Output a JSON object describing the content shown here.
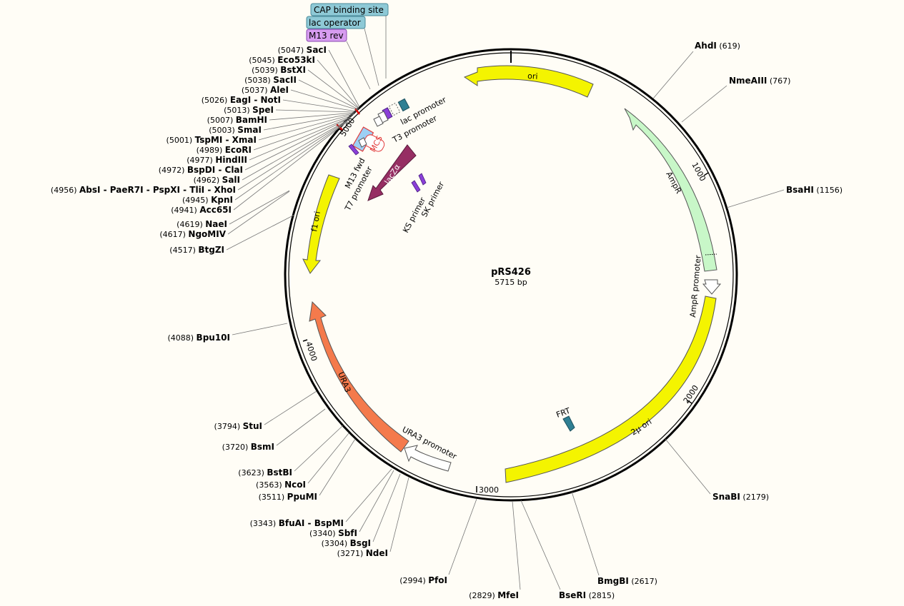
{
  "plasmid": {
    "name": "pRS426",
    "length": "5715 bp"
  },
  "tags": [
    {
      "id": "cap",
      "label": "CAP binding site",
      "color": "#8ec9d6"
    },
    {
      "id": "lacop",
      "label": "lac operator",
      "color": "#8ec9d6"
    },
    {
      "id": "m13rev",
      "label": "M13 rev",
      "color": "#d79cf0"
    }
  ],
  "ticks": [
    {
      "label": "1000"
    },
    {
      "label": "2000"
    },
    {
      "label": "3000"
    },
    {
      "label": "4000"
    },
    {
      "label": "5000"
    }
  ],
  "features": [
    {
      "id": "ori",
      "label": "ori",
      "color": "#f4f400"
    },
    {
      "id": "ampr",
      "label": "AmpR",
      "color": "#c8f7c8"
    },
    {
      "id": "ampr-promoter",
      "label": "AmpR promoter",
      "color": "#ffffff"
    },
    {
      "id": "2u-ori",
      "label": "2μ ori",
      "color": "#f4f400"
    },
    {
      "id": "frt",
      "label": "FRT",
      "color": "#2f7f93"
    },
    {
      "id": "ura3-promoter",
      "label": "URA3 promoter",
      "color": "#ffffff"
    },
    {
      "id": "ura3",
      "label": "URA3",
      "color": "#f47a4c"
    },
    {
      "id": "f1-ori",
      "label": "f1 ori",
      "color": "#f4f400"
    },
    {
      "id": "lacza",
      "label": "lacZα",
      "color": "#962e63"
    },
    {
      "id": "ks-primer",
      "label": "KS primer",
      "color": "#8a3fd8"
    },
    {
      "id": "sk-primer",
      "label": "SK primer",
      "color": "#8a3fd8"
    },
    {
      "id": "lac-promoter",
      "label": "lac promoter",
      "color": "#ffffff"
    },
    {
      "id": "t3-promoter",
      "label": "T3 promoter",
      "color": "#ffffff"
    },
    {
      "id": "mcs",
      "label": "MCS",
      "color": "#9dd0f5"
    },
    {
      "id": "m13-fwd",
      "label": "M13 fwd",
      "color": "#8a3fd8"
    },
    {
      "id": "t7-promoter",
      "label": "T7 promoter",
      "color": "#ffffff"
    }
  ],
  "sites_left": [
    {
      "name": "SacI",
      "pos": "(5047)"
    },
    {
      "name": "Eco53kI",
      "pos": "(5045)"
    },
    {
      "name": "BstXI",
      "pos": "(5039)"
    },
    {
      "name": "SacII",
      "pos": "(5038)"
    },
    {
      "name": "AleI",
      "pos": "(5037)"
    },
    {
      "name": "EagI - NotI",
      "pos": "(5026)"
    },
    {
      "name": "SpeI",
      "pos": "(5013)"
    },
    {
      "name": "BamHI",
      "pos": "(5007)"
    },
    {
      "name": "SmaI",
      "pos": "(5003)"
    },
    {
      "name": "TspMI - XmaI",
      "pos": "(5001)"
    },
    {
      "name": "EcoRI",
      "pos": "(4989)"
    },
    {
      "name": "HindIII",
      "pos": "(4977)"
    },
    {
      "name": "BspDI - ClaI",
      "pos": "(4972)"
    },
    {
      "name": "SalI",
      "pos": "(4962)"
    },
    {
      "name": "AbsI - PaeR7I - PspXI - TliI - XhoI",
      "pos": "(4956)"
    },
    {
      "name": "KpnI",
      "pos": "(4945)"
    },
    {
      "name": "Acc65I",
      "pos": "(4941)"
    },
    {
      "name": "NaeI",
      "pos": "(4619)"
    },
    {
      "name": "NgoMIV",
      "pos": "(4617)"
    },
    {
      "name": "BtgZI",
      "pos": "(4517)"
    },
    {
      "name": "Bpu10I",
      "pos": "(4088)"
    },
    {
      "name": "StuI",
      "pos": "(3794)"
    },
    {
      "name": "BsmI",
      "pos": "(3720)"
    },
    {
      "name": "BstBI",
      "pos": "(3623)"
    },
    {
      "name": "NcoI",
      "pos": "(3563)"
    },
    {
      "name": "PpuMI",
      "pos": "(3511)"
    },
    {
      "name": "BfuAI - BspMI",
      "pos": "(3343)"
    },
    {
      "name": "SbfI",
      "pos": "(3340)"
    },
    {
      "name": "BsgI",
      "pos": "(3304)"
    },
    {
      "name": "NdeI",
      "pos": "(3271)"
    },
    {
      "name": "PfoI",
      "pos": "(2994)"
    },
    {
      "name": "MfeI",
      "pos": "(2829)"
    }
  ],
  "sites_right": [
    {
      "name": "AhdI",
      "pos": "(619)"
    },
    {
      "name": "NmeAIII",
      "pos": "(767)"
    },
    {
      "name": "BsaHI",
      "pos": "(1156)"
    },
    {
      "name": "SnaBI",
      "pos": "(2179)"
    },
    {
      "name": "BmgBI",
      "pos": "(2617)"
    },
    {
      "name": "BseRI",
      "pos": "(2815)"
    }
  ]
}
